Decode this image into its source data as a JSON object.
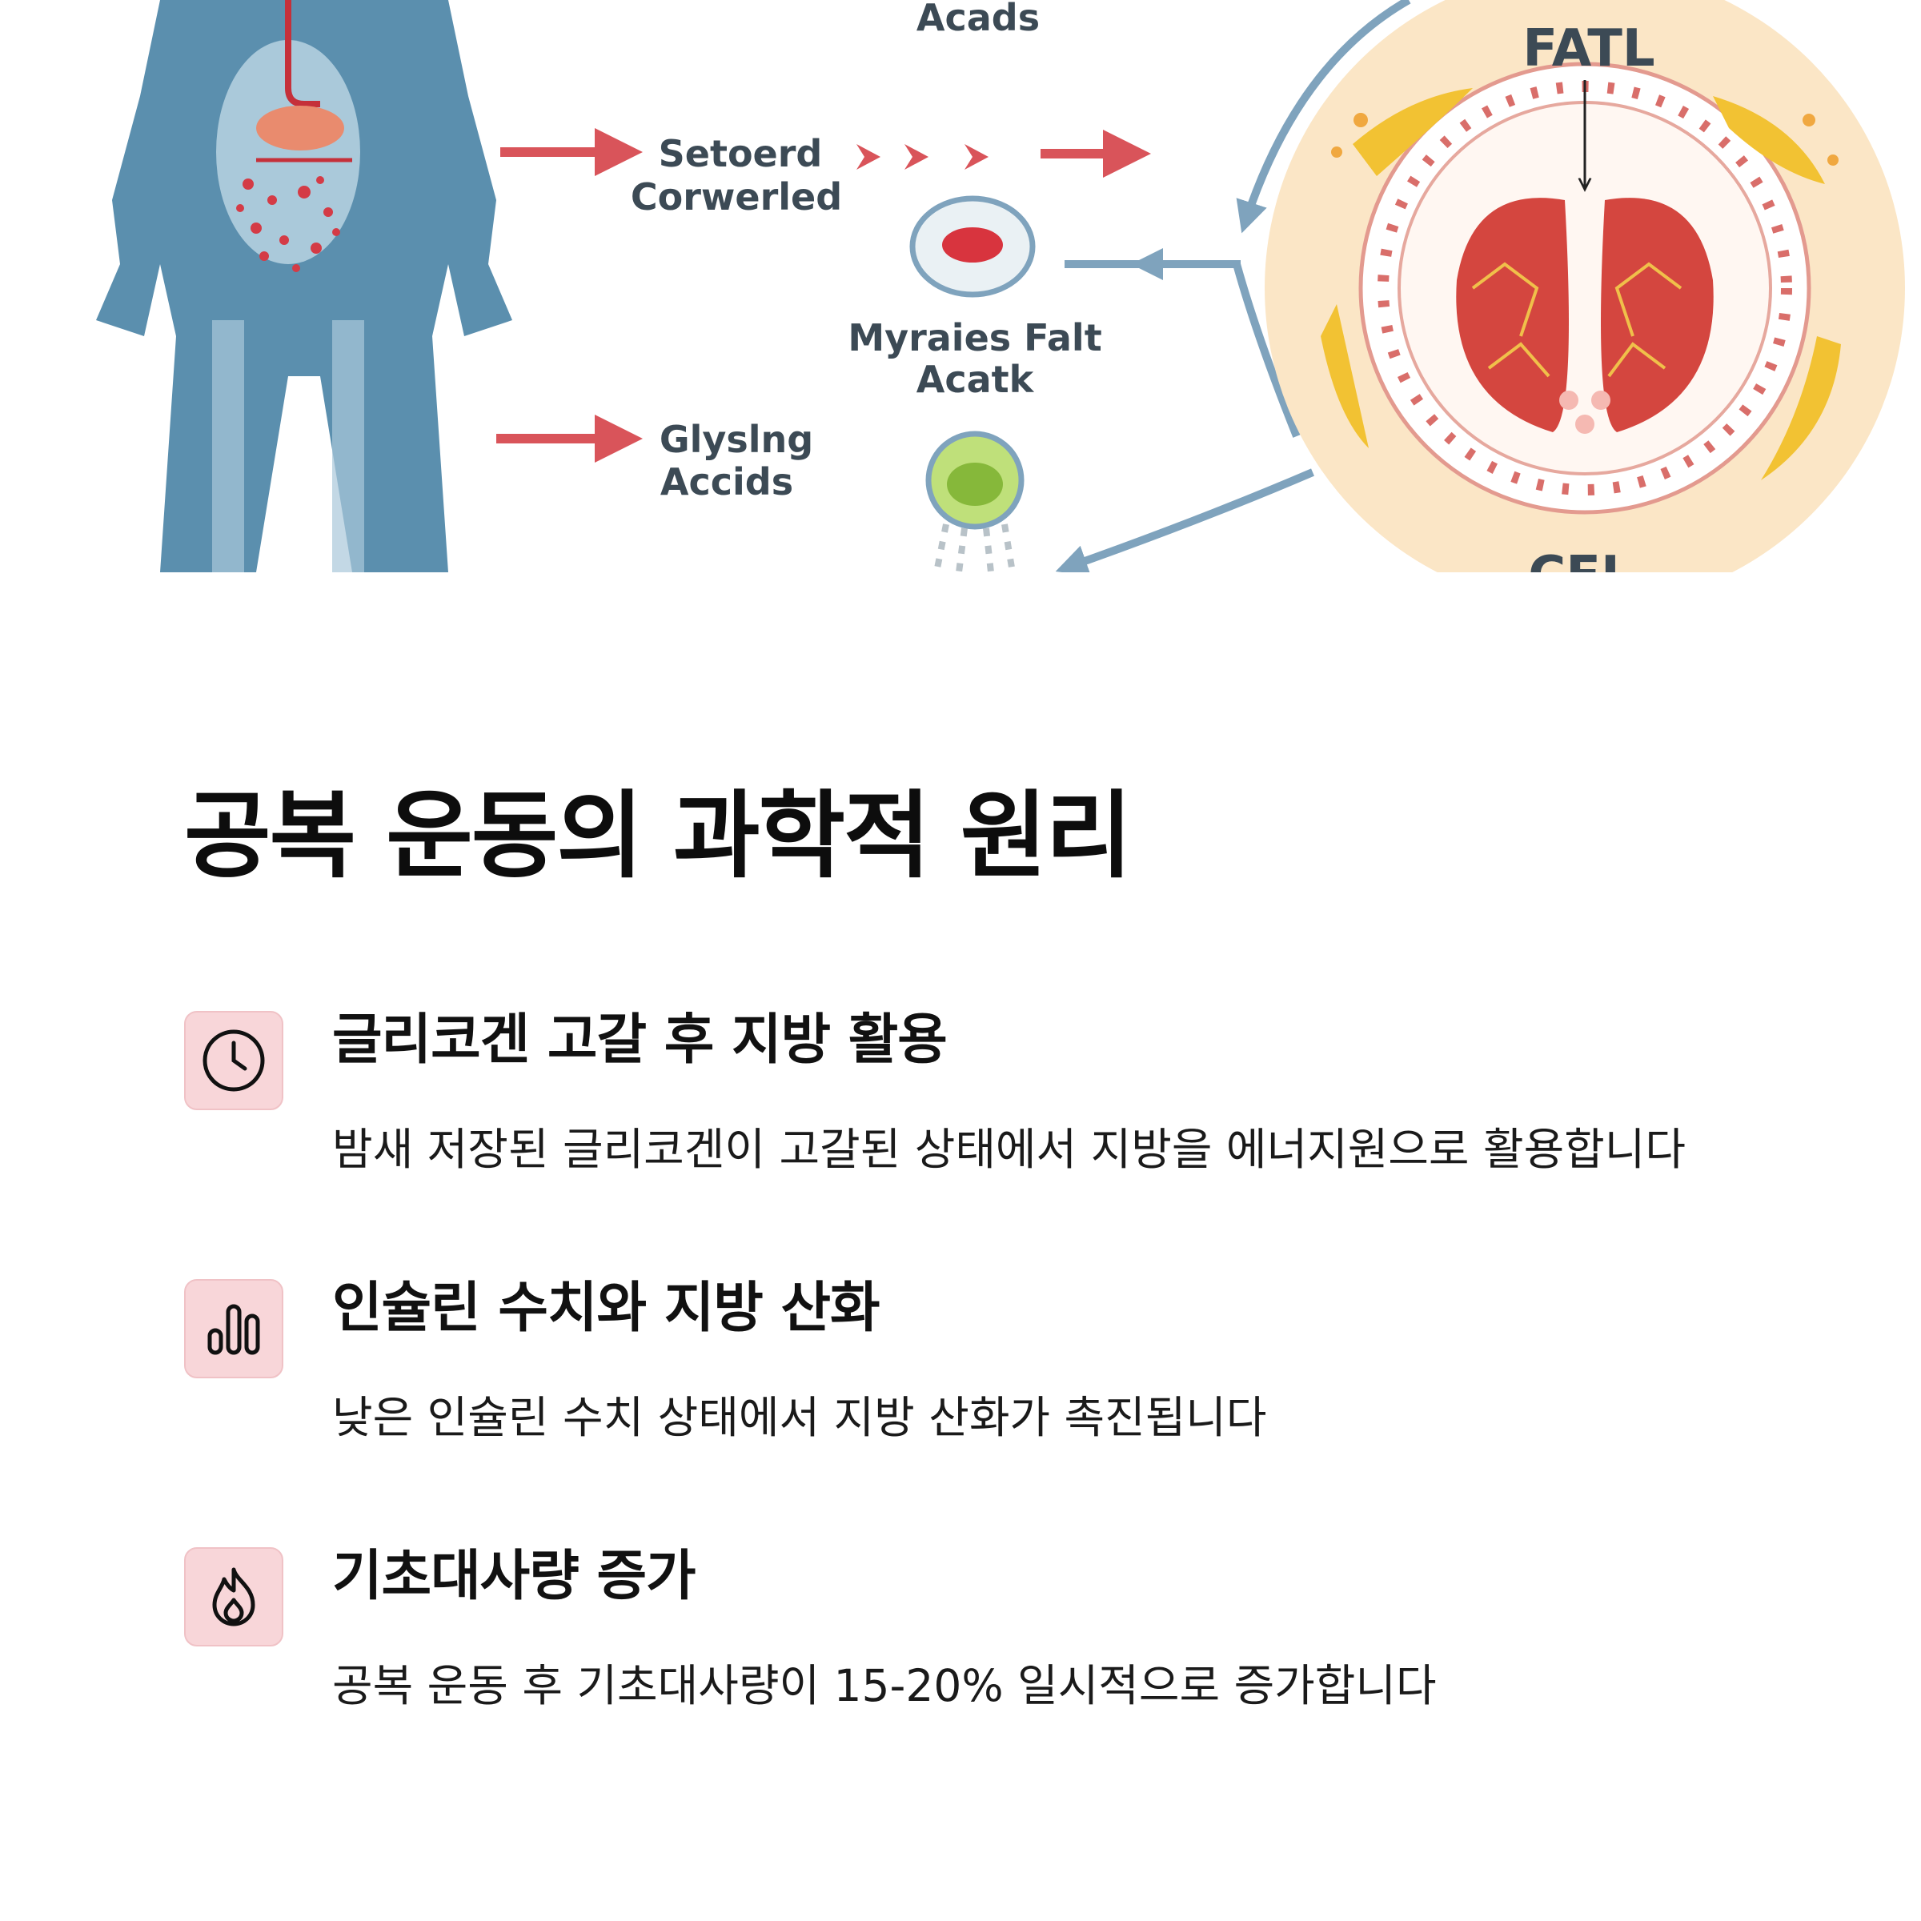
{
  "illustration": {
    "labels": {
      "acads": "Acads",
      "setoerd_1": "Setoerd",
      "setoerd_2": "Corwerled",
      "myraies_1": "Myraies Falt",
      "myraies_2": "Acatk",
      "glysing_1": "Glyslng",
      "glysing_2": "Accids",
      "fatl": "FATL",
      "cel": "CEL"
    }
  },
  "section": {
    "title": "공복 운동의 과학적 원리"
  },
  "features": [
    {
      "icon": "clock-icon",
      "title": "글리코겐 고갈 후 지방 활용",
      "description": "밤새 저장된 글리코겐이 고갈된 상태에서 지방을 에너지원으로 활용합니다"
    },
    {
      "icon": "bar-chart-icon",
      "title": "인슐린 수치와 지방 산화",
      "description": "낮은 인슐린 수치 상태에서 지방 산화가 촉진됩니다"
    },
    {
      "icon": "flame-icon",
      "title": "기초대사량 증가",
      "description": "공복 운동 후 기초대사량이 15-20% 일시적으로 증가합니다"
    }
  ],
  "colors": {
    "icon_bg": "#f8d6d9",
    "arrow_red": "#d9545a",
    "arrow_blue": "#7fa3bd",
    "body_blue": "#5b8fae"
  }
}
